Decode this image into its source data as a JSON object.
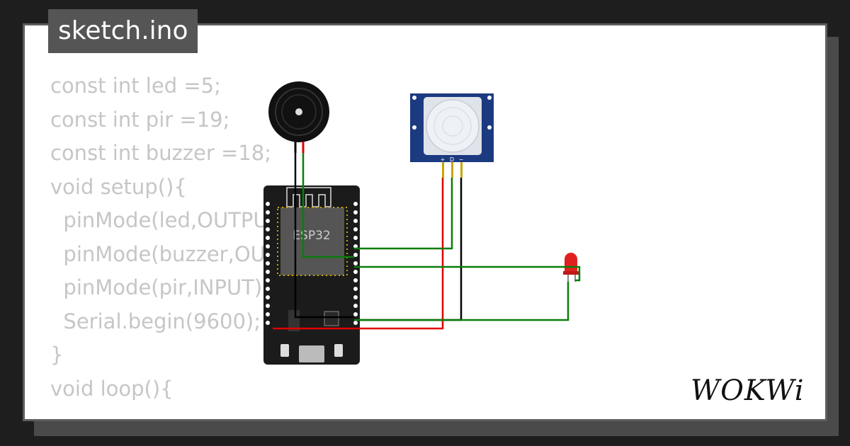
{
  "title": "sketch.ino",
  "code_lines": [
    "const int led =5;",
    "const int pir =19;",
    "const int buzzer =18;",
    "void setup(){",
    "  pinMode(led,OUTPUT);",
    "  pinMode(buzzer,OUTPUT);",
    "  pinMode(pir,INPUT);",
    "  Serial.begin(9600);",
    "}",
    "void loop(){",
    "  ..."
  ],
  "board": {
    "label": "ESP32"
  },
  "pir_sensor": {
    "pin_labels": [
      "+",
      "D",
      "−"
    ]
  },
  "logo": {
    "text": "WOKWi"
  },
  "components": {
    "buzzer-icon": "piezo buzzer",
    "pir-icon": "PIR motion sensor",
    "led-icon": "red LED",
    "board-icon": "ESP32 dev board"
  },
  "colors": {
    "wire_green": "#0a7d0a",
    "wire_red": "#e00000",
    "wire_black": "#000000",
    "pir_body": "#1c3a80",
    "led_red": "#e02020"
  }
}
